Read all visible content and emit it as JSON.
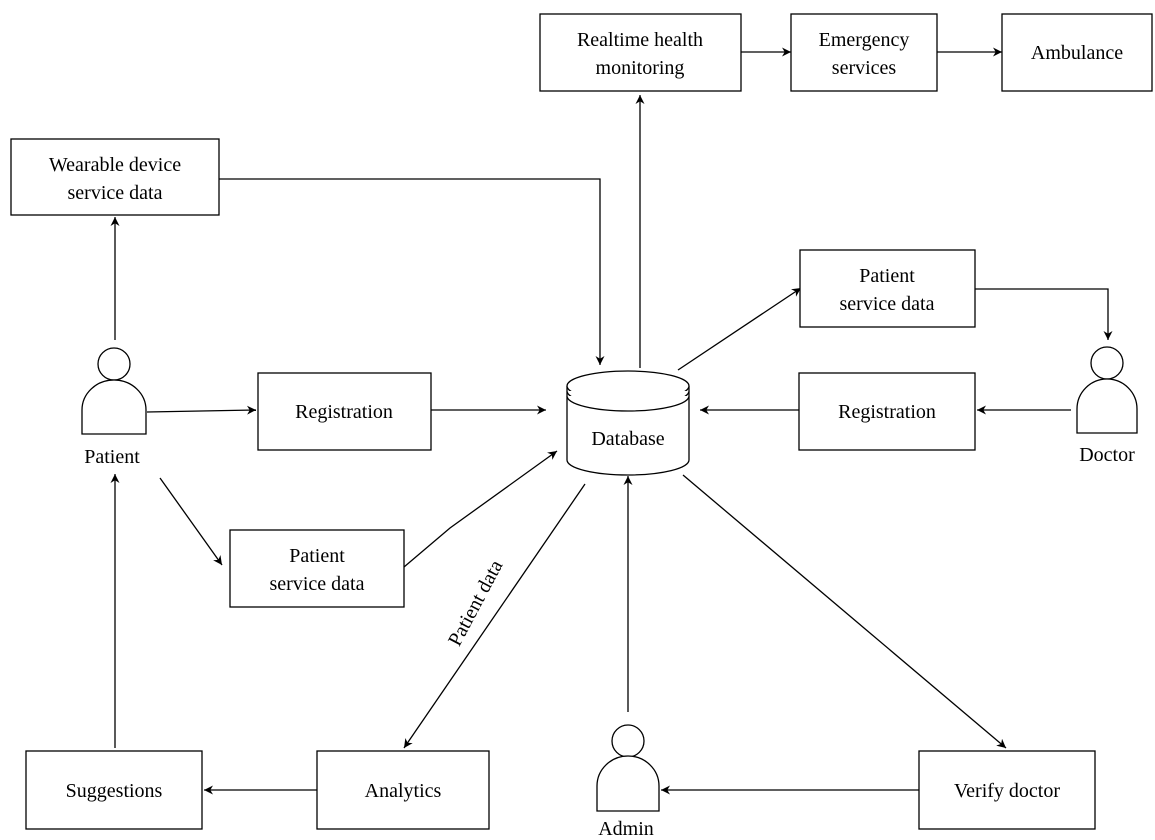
{
  "nodes": {
    "realtime": [
      "Realtime health",
      "monitoring"
    ],
    "emergency": [
      "Emergency",
      "services"
    ],
    "ambulance": "Ambulance",
    "wearable": [
      "Wearable device",
      "service data"
    ],
    "patient_service_right": [
      "Patient",
      "service data"
    ],
    "registration_left": "Registration",
    "registration_right": "Registration",
    "database": "Database",
    "patient_service_left": [
      "Patient",
      "service data"
    ],
    "suggestions": "Suggestions",
    "analytics": "Analytics",
    "verify": "Verify doctor"
  },
  "actors": {
    "patient": "Patient",
    "doctor": "Doctor",
    "admin": "Admin"
  },
  "edge_labels": {
    "patient_data": "Patient data"
  }
}
